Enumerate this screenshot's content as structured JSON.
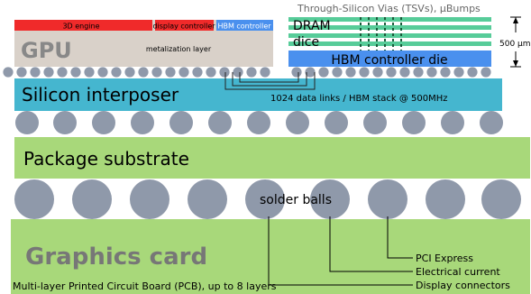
{
  "gpu": {
    "label": "GPU",
    "engine_label": "3D engine",
    "display_controller_label": "display controller",
    "hbm_controller_label": "HBM controller",
    "metalization_label": "metalization layer"
  },
  "hbm": {
    "tsv_label": "Through-Silicon Vias (TSVs), µBumps",
    "dram_label_1": "DRAM",
    "dram_label_2": "dice",
    "controller_die_label": "HBM controller die",
    "height_label": "500 µm"
  },
  "interposer": {
    "label": "Silicon interposer",
    "links_label": "1024 data links / HBM stack @ 500MHz"
  },
  "substrate": {
    "label": "Package substrate",
    "solder_label": "solder balls"
  },
  "card": {
    "label": "Graphics card",
    "pcb_label": "Multi-layer Printed Circuit Board (PCB), up to 8 layers",
    "callouts": [
      "PCI Express",
      "Electrical current",
      "Display connectors"
    ]
  },
  "colors": {
    "gpu_die": "#d9d1c9",
    "red_block": "#f02a2a",
    "blue_block": "#4a90ee",
    "dram_layer": "#57cc99",
    "interposer": "#45b6cf",
    "substrate": "#a8d87a",
    "ball": "#8f99aa",
    "label_gray": "#888888"
  }
}
